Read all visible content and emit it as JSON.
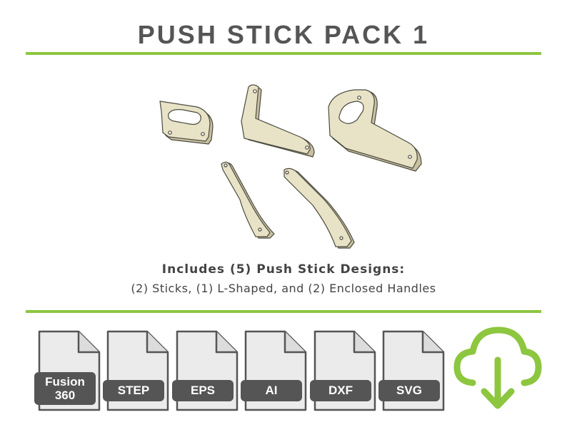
{
  "title": "PUSH STICK PACK 1",
  "description": {
    "heading": "Includes (5) Push Stick Designs:",
    "subheading": "(2) Sticks, (1) L-Shaped, and (2) Enclosed Handles"
  },
  "file_formats": [
    {
      "label": "Fusion 360"
    },
    {
      "label": "STEP"
    },
    {
      "label": "EPS"
    },
    {
      "label": "AI"
    },
    {
      "label": "DXF"
    },
    {
      "label": "SVG"
    }
  ],
  "icons": {
    "file": "file-icon",
    "download": "cloud-download-icon"
  },
  "colors": {
    "accent": "#8dc63f",
    "title": "#555555",
    "badge": "#555555",
    "wood": "#e8e2c6",
    "wood_edge": "#b8ae8a"
  }
}
